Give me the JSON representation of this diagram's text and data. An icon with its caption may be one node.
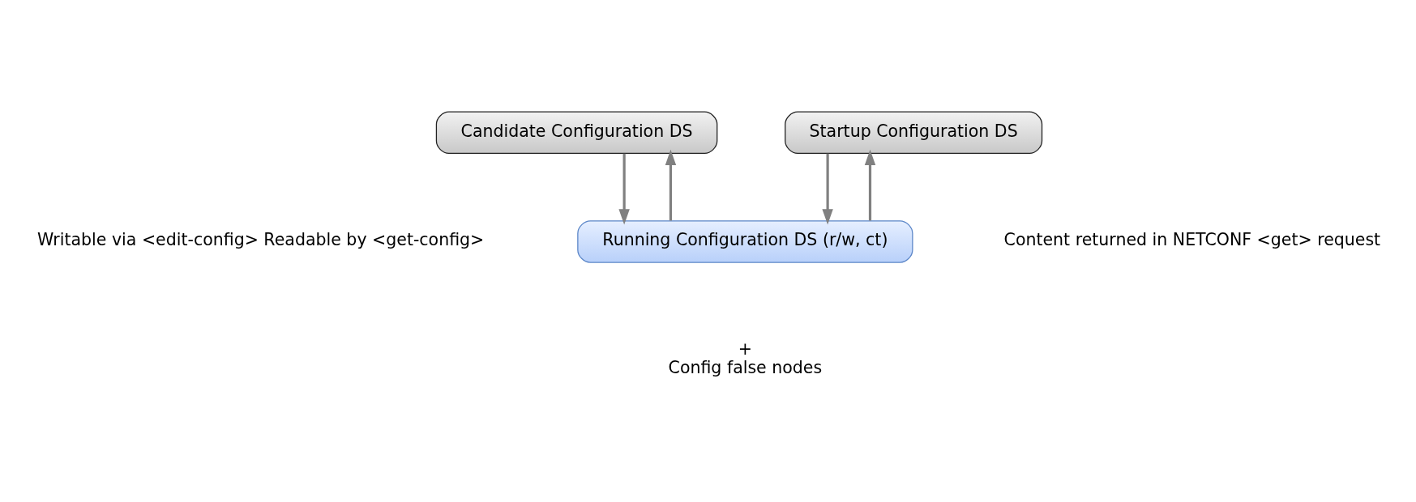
{
  "diagram": {
    "nodes": [
      {
        "text": [
          "Candidate Configuration DS"
        ]
      },
      {
        "text": [
          "Startup Configuration DS"
        ]
      },
      {
        "text": [
          "Running Configuration DS (r/w, ct)"
        ],
        "beside": [
          "+",
          "Config false nodes"
        ]
      }
    ],
    "edges": [
      {
        "from": 2,
        "to": 0,
        "arrow": "to"
      },
      {
        "from": 0,
        "to": 2,
        "arrow": "to"
      },
      {
        "from": 2,
        "to": 1,
        "arrow": "to"
      },
      {
        "from": 1,
        "to": 2,
        "arrow": "to"
      }
    ],
    "labels": [
      "Writable via <edit-config> Readable by <get-config>",
      "Content returned in NETCONF <get> request"
    ]
  }
}
